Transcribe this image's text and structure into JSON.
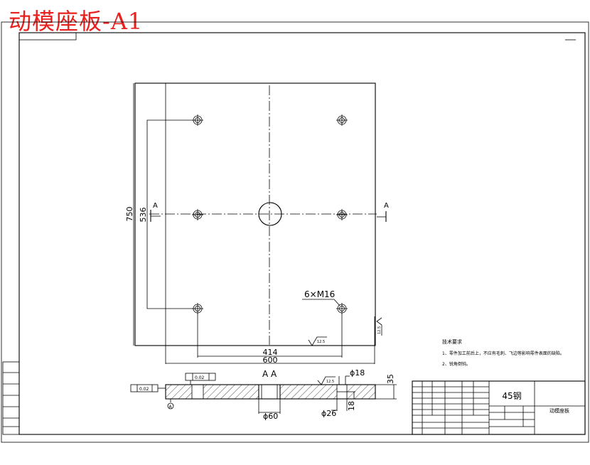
{
  "title": "动模座板-A1",
  "views": {
    "plan": {
      "height_dim": "750",
      "hole_span_y_dim": "536",
      "hole_span_x_dim": "414",
      "width_dim": "600",
      "section_mark": "A",
      "hole_callout": "6×M16",
      "roughness": "12.5"
    },
    "section": {
      "label": "A A",
      "bore_dia_dim": "ϕ60",
      "counterbore_dia_dim": "ϕ26",
      "hole_dia_dim": "ϕ18",
      "counterbore_depth_dim": "18",
      "thickness_dim": "35",
      "datum": "A",
      "flatness_tol": "0.02",
      "parallel_tol": "0.02"
    }
  },
  "tech_requirements": {
    "heading": "技术要求",
    "items": [
      "1、零件加工前后上，不应有毛刺、飞边等影响零件表面的缺陷。",
      "2、锐角倒钝。"
    ]
  },
  "title_block": {
    "material": "45钢",
    "part_name": "动模座板"
  }
}
